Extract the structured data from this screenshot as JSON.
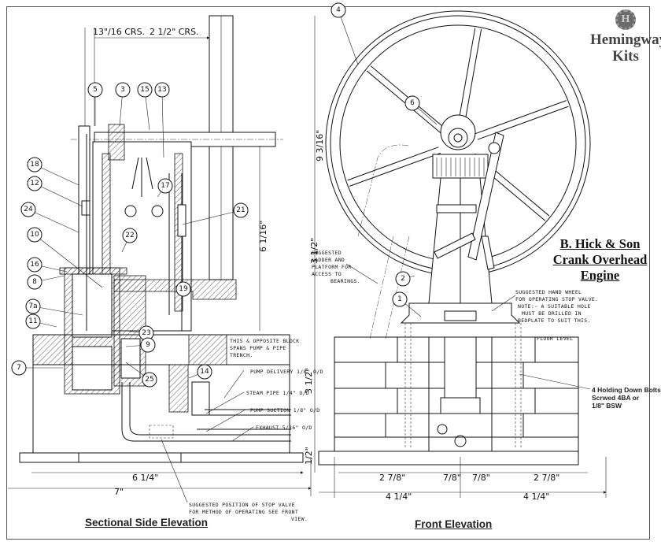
{
  "brand": {
    "logo_letter": "H",
    "name_line1": "Hemingway",
    "name_line2": "Kits",
    "logo_icon": "gear-badge-icon"
  },
  "title": {
    "line1": "B. Hick & Son",
    "line2": "Crank Overhead",
    "line3": "Engine"
  },
  "views": {
    "side": {
      "label": "Sectional Side Elevation"
    },
    "front": {
      "label": "Front Elevation"
    }
  },
  "side_view": {
    "balloons": [
      "5",
      "3",
      "15",
      "13",
      "18",
      "12",
      "24",
      "17",
      "21",
      "10",
      "22",
      "16",
      "8",
      "19",
      "7a",
      "11",
      "23",
      "9",
      "7",
      "25",
      "14"
    ],
    "dimensions": {
      "top_left": "13\"/16 CRS.",
      "top_right": "2 1/2\" CRS.",
      "height_overall": "9 3/16\"",
      "height_shaft": "6 1/16\"",
      "pit_depth": "3 1/2\"",
      "base_thickness": "1/2\"",
      "inner_width": "6 1/4\"",
      "overall_width": "7\""
    },
    "notes": {
      "block": [
        "THIS & OPPOSITE BLOCK",
        "SPANS PUMP & PIPE",
        "TRENCH."
      ],
      "pump_delivery": "PUMP DELIVERY 1/8\" O/D",
      "steam_pipe": "STEAM PIPE 1/4\" O/D",
      "pump_suction": "PUMP SUCTION 1/8\" O/D",
      "exhaust": "EXHAUST 5/16\" O/D",
      "stop_valve": [
        "SUGGESTED POSITION OF STOP VALVE",
        "FOR METHOD OF OPERATING SEE FRONT",
        "VIEW."
      ]
    }
  },
  "front_view": {
    "balloons": [
      "4",
      "6",
      "2",
      "1"
    ],
    "dimensions": {
      "platform_height": "3 1/2\"",
      "widths_row1": [
        "2 7/8\"",
        "7/8\"",
        "7/8\"",
        "2 7/8\""
      ],
      "widths_row2": [
        "4 1/4\"",
        "4 1/4\""
      ]
    },
    "notes": {
      "ladder": [
        "SUGGESTED",
        "LADDER AND",
        "PLATFORM FOR",
        "ACCESS TO",
        "BEARINGS."
      ],
      "hand_wheel": [
        "SUGGESTED HAND WHEEL",
        "FOR OPERATING STOP VALVE.",
        "NOTE:- A SUITABLE HOLE",
        "MUST BE DRILLED IN",
        "BEDPLATE TO SUIT THIS."
      ],
      "floor_level": "FLOOR LEVEL",
      "bolts": [
        "4 Holding Down Bolts",
        "Scrwed 4BA or",
        "1/8\" BSW"
      ]
    }
  }
}
